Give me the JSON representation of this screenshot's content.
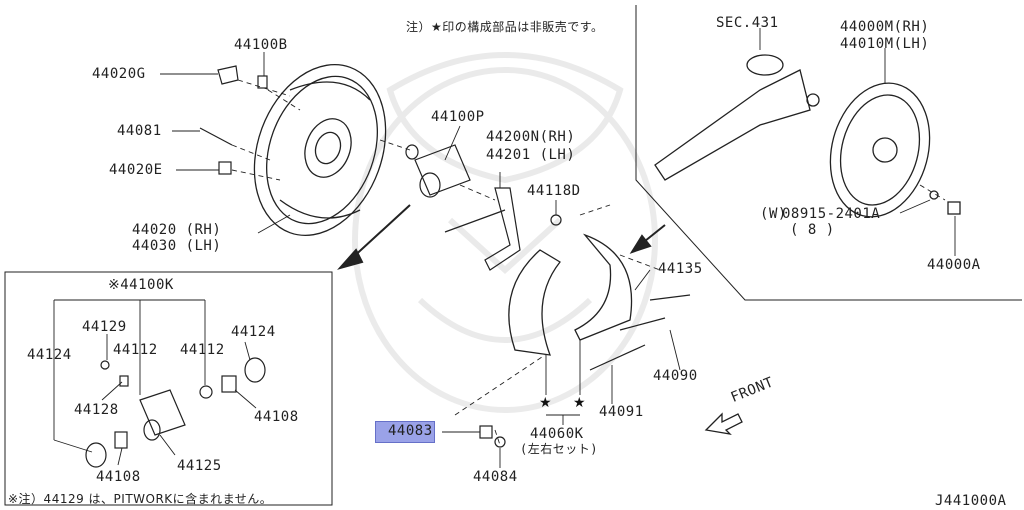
{
  "notes": {
    "top": "注）★印の構成部品は非販売です。",
    "bottom": "※注）44129 は、PITWORKに含まれません。"
  },
  "front_label": "FRONT",
  "drawing_id": "J441000A",
  "parts": {
    "p44100B": "44100B",
    "p44020G": "44020G",
    "p44081": "44081",
    "p44020E": "44020E",
    "p44020_rh": "44020 (RH)",
    "p44030_lh": "44030 (LH)",
    "p44100P": "44100P",
    "p44200N_rh": "44200N(RH)",
    "p44201_lh": "44201  (LH)",
    "p44118D": "44118D",
    "p44135": "44135",
    "p44090": "44090",
    "p44091": "44091",
    "p44060K": "44060K",
    "p44060K_sub": "(左右セット)",
    "p44083_a": "4408",
    "p44083_b": "3",
    "p44084": "44084",
    "sec431": "SEC.431",
    "p44000M_rh": "44000M(RH)",
    "p44010M_lh": "44010M(LH)",
    "p08915": "08915-2401A",
    "p08915_w": "W",
    "p08915_qty": "( 8 )",
    "p44000A": "44000A",
    "kit_44100K": "※44100K",
    "k44129": "44129",
    "k44124_left": "44124",
    "k44112_a": "44112",
    "k44112_b": "44112",
    "k44124_right": "44124",
    "k44128": "44128",
    "k44108_right": "44108",
    "k44108_bottom": "44108",
    "k44125": "44125"
  }
}
